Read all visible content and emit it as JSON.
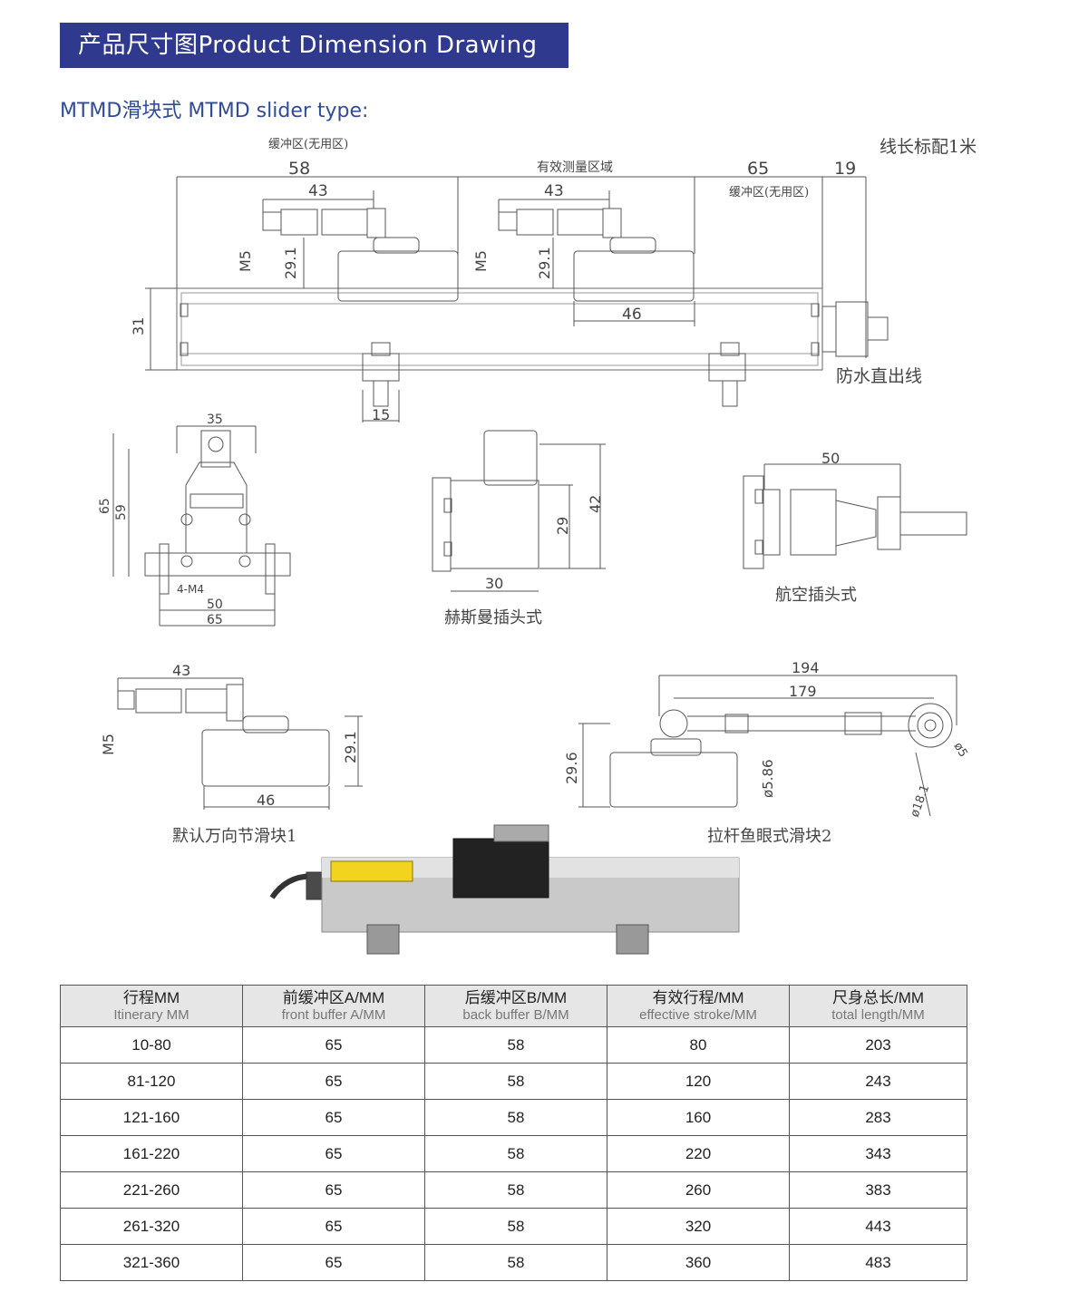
{
  "header": {
    "title": "产品尺寸图Product Dimension Drawing",
    "subtitle": "MTMD滑块式 MTMD slider type:"
  },
  "drawing_labels": {
    "buffer_left": "缓冲区(无用区)",
    "buffer_right": "缓冲区(无用区)",
    "effective_area": "有效测量区域",
    "cable_length": "线长标配1米",
    "waterproof_cable": "防水直出线",
    "hirschmann": "赫斯曼插头式",
    "aviation": "航空插头式",
    "default_slider": "默认万向节滑块1",
    "fisheye_slider": "拉杆鱼眼式滑块2",
    "dim_58": "58",
    "dim_65": "65",
    "dim_19": "19",
    "dim_43": "43",
    "dim_m5": "M5",
    "dim_29_1": "29.1",
    "dim_46": "46",
    "dim_31": "31",
    "dim_15": "15",
    "dim_35": "35",
    "dim_65b": "65",
    "dim_59": "59",
    "dim_4m4": "4-M4",
    "dim_50": "50",
    "dim_42": "42",
    "dim_29": "29",
    "dim_30": "30",
    "dim_50b": "50",
    "dim_194": "194",
    "dim_179": "179",
    "dim_29_6": "29.6",
    "dim_586": "ø5.86",
    "dim_181": "ø18.1",
    "dim_5": "ø5"
  },
  "table": {
    "headers": [
      {
        "zh": "行程MM",
        "en": "Itinerary MM"
      },
      {
        "zh": "前缓冲区A/MM",
        "en": "front buffer A/MM"
      },
      {
        "zh": "后缓冲区B/MM",
        "en": "back buffer B/MM"
      },
      {
        "zh": "有效行程/MM",
        "en": "effective stroke/MM"
      },
      {
        "zh": "尺身总长/MM",
        "en": "total length/MM"
      }
    ],
    "rows": [
      [
        "10-80",
        "65",
        "58",
        "80",
        "203"
      ],
      [
        "81-120",
        "65",
        "58",
        "120",
        "243"
      ],
      [
        "121-160",
        "65",
        "58",
        "160",
        "283"
      ],
      [
        "161-220",
        "65",
        "58",
        "220",
        "343"
      ],
      [
        "221-260",
        "65",
        "58",
        "260",
        "383"
      ],
      [
        "261-320",
        "65",
        "58",
        "320",
        "443"
      ],
      [
        "321-360",
        "65",
        "58",
        "360",
        "483"
      ]
    ]
  }
}
